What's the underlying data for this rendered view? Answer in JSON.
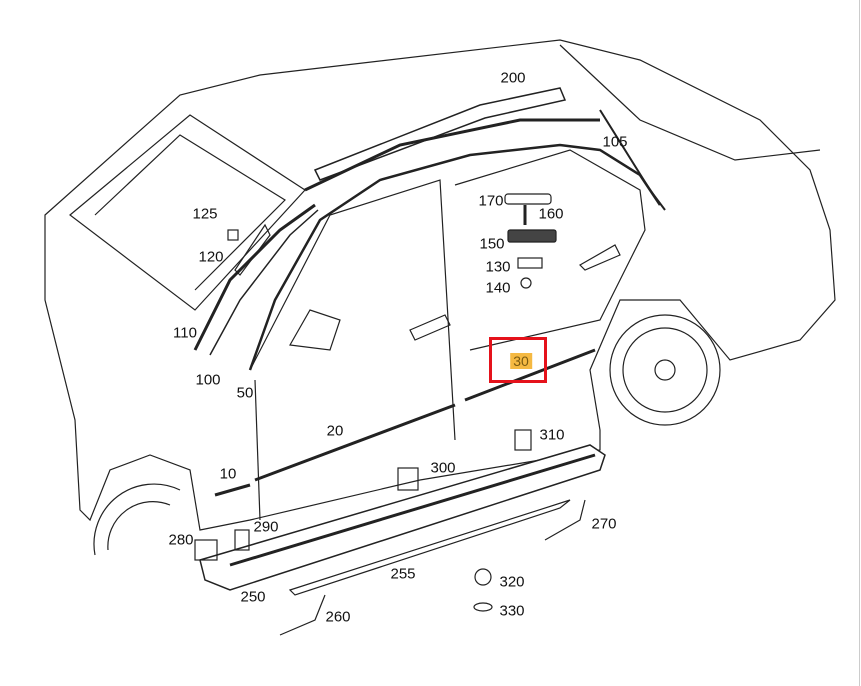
{
  "diagram": {
    "highlight_color": "#e5121b",
    "selected_part": "30",
    "parts": [
      {
        "id": "p200",
        "label": "200"
      },
      {
        "id": "p105",
        "label": "105"
      },
      {
        "id": "p170",
        "label": "170"
      },
      {
        "id": "p160",
        "label": "160"
      },
      {
        "id": "p150",
        "label": "150"
      },
      {
        "id": "p130",
        "label": "130"
      },
      {
        "id": "p140",
        "label": "140"
      },
      {
        "id": "p125",
        "label": "125"
      },
      {
        "id": "p120",
        "label": "120"
      },
      {
        "id": "p110",
        "label": "110"
      },
      {
        "id": "p100",
        "label": "100"
      },
      {
        "id": "p50",
        "label": "50"
      },
      {
        "id": "p30",
        "label": "30"
      },
      {
        "id": "p20",
        "label": "20"
      },
      {
        "id": "p10",
        "label": "10"
      },
      {
        "id": "p310",
        "label": "310"
      },
      {
        "id": "p300",
        "label": "300"
      },
      {
        "id": "p290",
        "label": "290"
      },
      {
        "id": "p270",
        "label": "270"
      },
      {
        "id": "p280",
        "label": "280"
      },
      {
        "id": "p255",
        "label": "255"
      },
      {
        "id": "p250",
        "label": "250"
      },
      {
        "id": "p320",
        "label": "320"
      },
      {
        "id": "p330",
        "label": "330"
      },
      {
        "id": "p260",
        "label": "260"
      }
    ]
  }
}
